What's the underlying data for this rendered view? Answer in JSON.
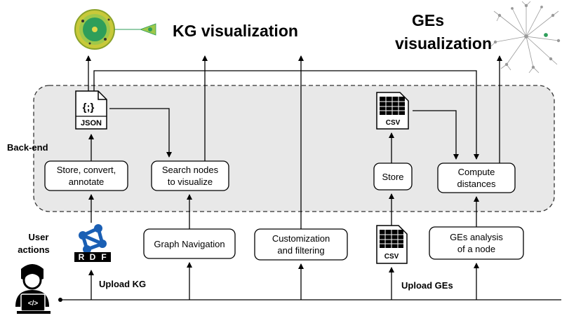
{
  "titles": {
    "kg_visualization": "KG visualization",
    "ges_visualization_line1": "GEs",
    "ges_visualization_line2": "visualization"
  },
  "backend": {
    "label": "Back-end",
    "boxes": {
      "store_convert_line1": "Store, convert,",
      "store_convert_line2": "annotate",
      "search_nodes_line1": "Search nodes",
      "search_nodes_line2": "to visualize",
      "store": "Store",
      "compute_distances_line1": "Compute",
      "compute_distances_line2": "distances"
    },
    "file_icons": {
      "json_label": "JSON",
      "json_braces": "{;}",
      "csv_label": "CSV"
    }
  },
  "user_actions": {
    "label_line1": "User",
    "label_line2": "actions",
    "graph_navigation": "Graph Navigation",
    "customization_line1": "Customization",
    "customization_line2": "and filtering",
    "ges_analysis_line1": "GEs analysis",
    "ges_analysis_line2": "of a node",
    "upload_kg": "Upload KG",
    "upload_ges": "Upload GEs",
    "rdf_letters": [
      "R",
      "D",
      "F"
    ],
    "csv_label": "CSV",
    "code_symbol": "</>"
  },
  "colors": {
    "backend_fill": "#e8e8e8",
    "backend_stroke": "#333333",
    "rdf_blue": "#1a5fb4",
    "kg_green": "#2e9e5a",
    "kg_yellow": "#d4cf3a",
    "ges_graph": "#9a9a9a"
  }
}
